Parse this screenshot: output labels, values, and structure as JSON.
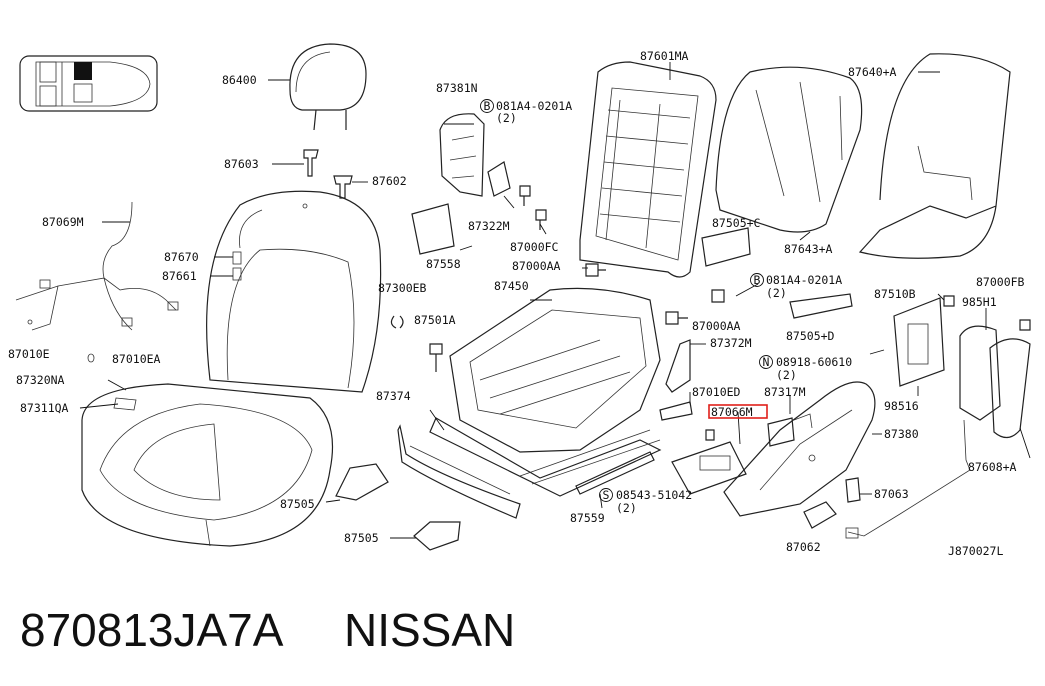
{
  "diagram": {
    "ref_code": "J870027L",
    "part_number": "870813JA7A",
    "brand": "NISSAN",
    "highlighted_label": "87066M",
    "labels": [
      {
        "id": "86400",
        "text": "86400"
      },
      {
        "id": "87381N",
        "text": "87381N"
      },
      {
        "id": "081A4-0201A-top",
        "text": "081A4-0201A"
      },
      {
        "id": "qty2-a",
        "text": "(2)"
      },
      {
        "id": "87601MA",
        "text": "87601MA"
      },
      {
        "id": "87640+A",
        "text": "87640+A"
      },
      {
        "id": "87603",
        "text": "87603"
      },
      {
        "id": "87602",
        "text": "87602"
      },
      {
        "id": "87069M",
        "text": "87069M"
      },
      {
        "id": "87322M",
        "text": "87322M"
      },
      {
        "id": "87000FC",
        "text": "87000FC"
      },
      {
        "id": "87505+C",
        "text": "87505+C"
      },
      {
        "id": "87643+A",
        "text": "87643+A"
      },
      {
        "id": "87670",
        "text": "87670"
      },
      {
        "id": "87558",
        "text": "87558"
      },
      {
        "id": "87000AA-a",
        "text": "87000AA"
      },
      {
        "id": "87661",
        "text": "87661"
      },
      {
        "id": "081A4-0201A-mid",
        "text": "081A4-0201A"
      },
      {
        "id": "qty2-b",
        "text": "(2)"
      },
      {
        "id": "87000FB",
        "text": "87000FB"
      },
      {
        "id": "87300EB",
        "text": "87300EB"
      },
      {
        "id": "87450",
        "text": "87450"
      },
      {
        "id": "87510B",
        "text": "87510B"
      },
      {
        "id": "985H1",
        "text": "985H1"
      },
      {
        "id": "87501A",
        "text": "87501A"
      },
      {
        "id": "87000AA-b",
        "text": "87000AA"
      },
      {
        "id": "87505+D",
        "text": "87505+D"
      },
      {
        "id": "87010E",
        "text": "87010E"
      },
      {
        "id": "87010EA",
        "text": "87010EA"
      },
      {
        "id": "87372M",
        "text": "87372M"
      },
      {
        "id": "08918-60610",
        "text": "08918-60610"
      },
      {
        "id": "qty2-c",
        "text": "(2)"
      },
      {
        "id": "87320NA",
        "text": "87320NA"
      },
      {
        "id": "87374",
        "text": "87374"
      },
      {
        "id": "87010ED",
        "text": "87010ED"
      },
      {
        "id": "87317M",
        "text": "87317M"
      },
      {
        "id": "98516",
        "text": "98516"
      },
      {
        "id": "87311QA",
        "text": "87311QA"
      },
      {
        "id": "87066M",
        "text": "87066M"
      },
      {
        "id": "87380",
        "text": "87380"
      },
      {
        "id": "87608+A",
        "text": "87608+A"
      },
      {
        "id": "87063",
        "text": "87063"
      },
      {
        "id": "87505-a",
        "text": "87505"
      },
      {
        "id": "08543-51042",
        "text": "08543-51042"
      },
      {
        "id": "qty2-d",
        "text": "(2)"
      },
      {
        "id": "87559",
        "text": "87559"
      },
      {
        "id": "87505-b",
        "text": "87505"
      },
      {
        "id": "87062",
        "text": "87062"
      }
    ],
    "symbols": [
      {
        "id": "sym-b1",
        "text": "B"
      },
      {
        "id": "sym-b2",
        "text": "B"
      },
      {
        "id": "sym-n",
        "text": "N"
      },
      {
        "id": "sym-s",
        "text": "S"
      }
    ]
  }
}
